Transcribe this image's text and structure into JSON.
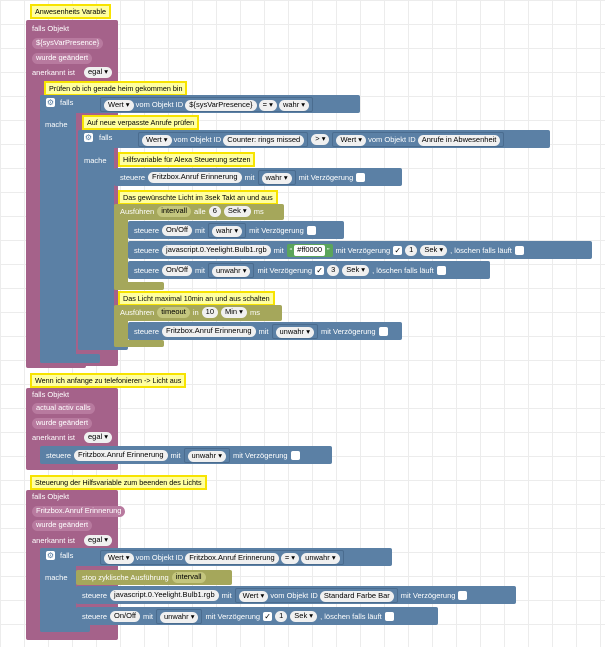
{
  "blocks": {
    "b1": {
      "comment": "Anwesenheits Varable",
      "falls_objekt": "falls Objekt",
      "object_value": "${sysVarPresence}",
      "wurde_geaendert": "wurde geändert",
      "anerkannt_ist": "anerkannt ist",
      "anerkannt_value": "egal",
      "if1": {
        "comment": "Prüfen ob ich gerade heim gekommen bin",
        "falls": "falls",
        "mache": "mache",
        "cond": {
          "wert": "Wert",
          "vom": "vom Objekt ID",
          "obj": "${sysVarPresence}",
          "op": "=",
          "val": "wahr"
        },
        "if2": {
          "comment": "Auf neue verpasste Anrufe prüfen",
          "falls": "falls",
          "mache": "mache",
          "cond": {
            "wert": "Wert",
            "vom": "vom Objekt ID",
            "obj": "Counter: rings missed",
            "op": ">",
            "wert2": "Wert",
            "vom2": "vom Objekt ID",
            "obj2": "Anrufe in Abwesenheit"
          },
          "c1": "Hilfsvariable für Alexa Steuerung setzen",
          "s1": {
            "steuere": "steuere",
            "obj": "Fritzbox.Anruf Erinnerung",
            "mit": "mit",
            "val": "wahr",
            "verz": "mit Verzögerung"
          },
          "c2": "Das gewünschte Licht im 3sek Takt an und aus",
          "interval": {
            "ausf": "Ausführen",
            "name": "intervall",
            "alle": "alle",
            "n": "6",
            "unit": "Sek",
            "ms": "ms"
          },
          "s2": {
            "steuere": "steuere",
            "obj": "On/Off",
            "mit": "mit",
            "val": "wahr",
            "verz": "mit Verzögerung"
          },
          "s3": {
            "steuere": "steuere",
            "obj": "javascript.0.Yeelight.Bulb1.rgb",
            "mit": "mit",
            "q1": "“",
            "color": "#ff0000",
            "q2": "”",
            "verz": "mit Verzögerung",
            "n": "1",
            "unit": "Sek",
            "clear": ", löschen falls läuft"
          },
          "s4": {
            "steuere": "steuere",
            "obj": "On/Off",
            "mit": "mit",
            "val": "unwahr",
            "verz": "mit Verzögerung",
            "n": "3",
            "unit": "Sek",
            "clear": ", löschen falls läuft"
          },
          "c3": "Das Licht maximal 10min an und aus schalten",
          "timeout": {
            "ausf": "Ausführen",
            "name": "timeout",
            "in": "in",
            "n": "10",
            "unit": "Min",
            "ms": "ms"
          },
          "s5": {
            "steuere": "steuere",
            "obj": "Fritzbox.Anruf Erinnerung",
            "mit": "mit",
            "val": "unwahr",
            "verz": "mit Verzögerung"
          }
        }
      }
    },
    "b2": {
      "comment": "Wenn ich anfange zu telefonieren -> Licht aus",
      "falls_objekt": "falls Objekt",
      "object_value": "actual activ calls",
      "wurde_geaendert": "wurde geändert",
      "anerkannt_ist": "anerkannt ist",
      "anerkannt_value": "egal",
      "s1": {
        "steuere": "steuere",
        "obj": "Fritzbox.Anruf Erinnerung",
        "mit": "mit",
        "val": "unwahr",
        "verz": "mit Verzögerung"
      }
    },
    "b3": {
      "comment": "Steuerung der Hilfsvariable zum beenden des Lichts",
      "falls_objekt": "falls Objekt",
      "object_value": "Fritzbox.Anruf Erinnerung",
      "wurde_geaendert": "wurde geändert",
      "anerkannt_ist": "anerkannt ist",
      "anerkannt_value": "egal",
      "if1": {
        "falls": "falls",
        "mache": "mache",
        "cond": {
          "wert": "Wert",
          "vom": "vom Objekt ID",
          "obj": "Fritzbox.Anruf Erinnerung",
          "op": "=",
          "val": "unwahr"
        },
        "stop": {
          "label": "stop zyklische Ausführung",
          "name": "intervall"
        },
        "s1": {
          "steuere": "steuere",
          "obj": "javascript.0.Yeelight.Bulb1.rgb",
          "mit": "mit",
          "wert": "Wert",
          "vom": "vom Objekt ID",
          "obj2": "Standard Farbe Bar",
          "verz": "mit Verzögerung"
        },
        "s2": {
          "steuere": "steuere",
          "obj": "On/Off",
          "mit": "mit",
          "val": "unwahr",
          "verz": "mit Verzögerung",
          "n": "1",
          "unit": "Sek",
          "clear": ", löschen falls läuft"
        }
      }
    }
  },
  "colors": {
    "event": "#a5628a",
    "control": "#5b80a5",
    "timer": "#a5a75b",
    "string": "#5ba55b",
    "comment": "#ffffa0"
  },
  "icons": {
    "gear": "gear-icon",
    "dropdown": "chevron-down-icon"
  }
}
